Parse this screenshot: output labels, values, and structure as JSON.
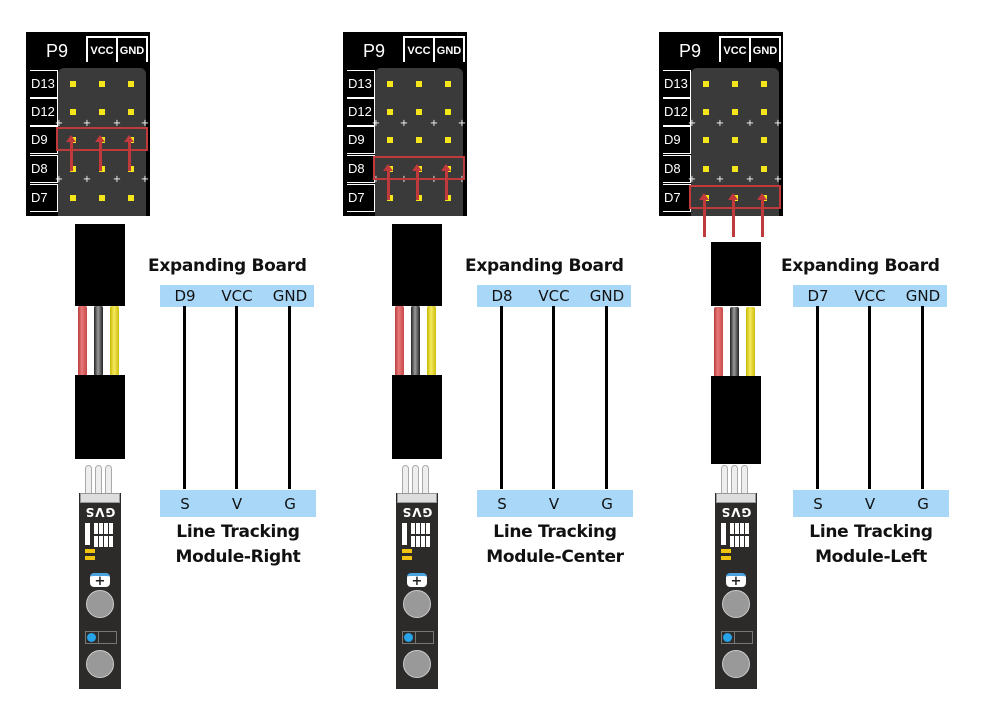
{
  "colors": {
    "board_bg": "#000000",
    "pin_grid": "#3a3a3a",
    "pin": "#f5e51b",
    "highlight": "#c0393b",
    "bar": "#a8d7f8",
    "wire_red": "#d35a5a",
    "wire_black": "#555555",
    "wire_yellow": "#e8d62a",
    "sensor_pcb": "#2d2a2a",
    "ir_led": "#26a3e9"
  },
  "board": {
    "port_label": "P9",
    "vcc_label": "VCC",
    "gnd_label": "GND",
    "rows": [
      "D13",
      "D12",
      "D9",
      "D8",
      "D7"
    ]
  },
  "sensor": {
    "pin_label": "GVS",
    "pot_symbol": "+"
  },
  "panels": [
    {
      "id": "right",
      "highlight_row": "D9",
      "top_title": "Expanding Board",
      "top_pins": [
        "D9",
        "VCC",
        "GND"
      ],
      "bottom_pins": [
        "S",
        "V",
        "G"
      ],
      "caption_line1": "Line Tracking",
      "caption_line2": "Module-Right"
    },
    {
      "id": "center",
      "highlight_row": "D8",
      "top_title": "Expanding Board",
      "top_pins": [
        "D8",
        "VCC",
        "GND"
      ],
      "bottom_pins": [
        "S",
        "V",
        "G"
      ],
      "caption_line1": "Line Tracking",
      "caption_line2": "Module-Center"
    },
    {
      "id": "left",
      "highlight_row": "D7",
      "top_title": "Expanding Board",
      "top_pins": [
        "D7",
        "VCC",
        "GND"
      ],
      "bottom_pins": [
        "S",
        "V",
        "G"
      ],
      "caption_line1": "Line Tracking",
      "caption_line2": "Module-Left"
    }
  ]
}
